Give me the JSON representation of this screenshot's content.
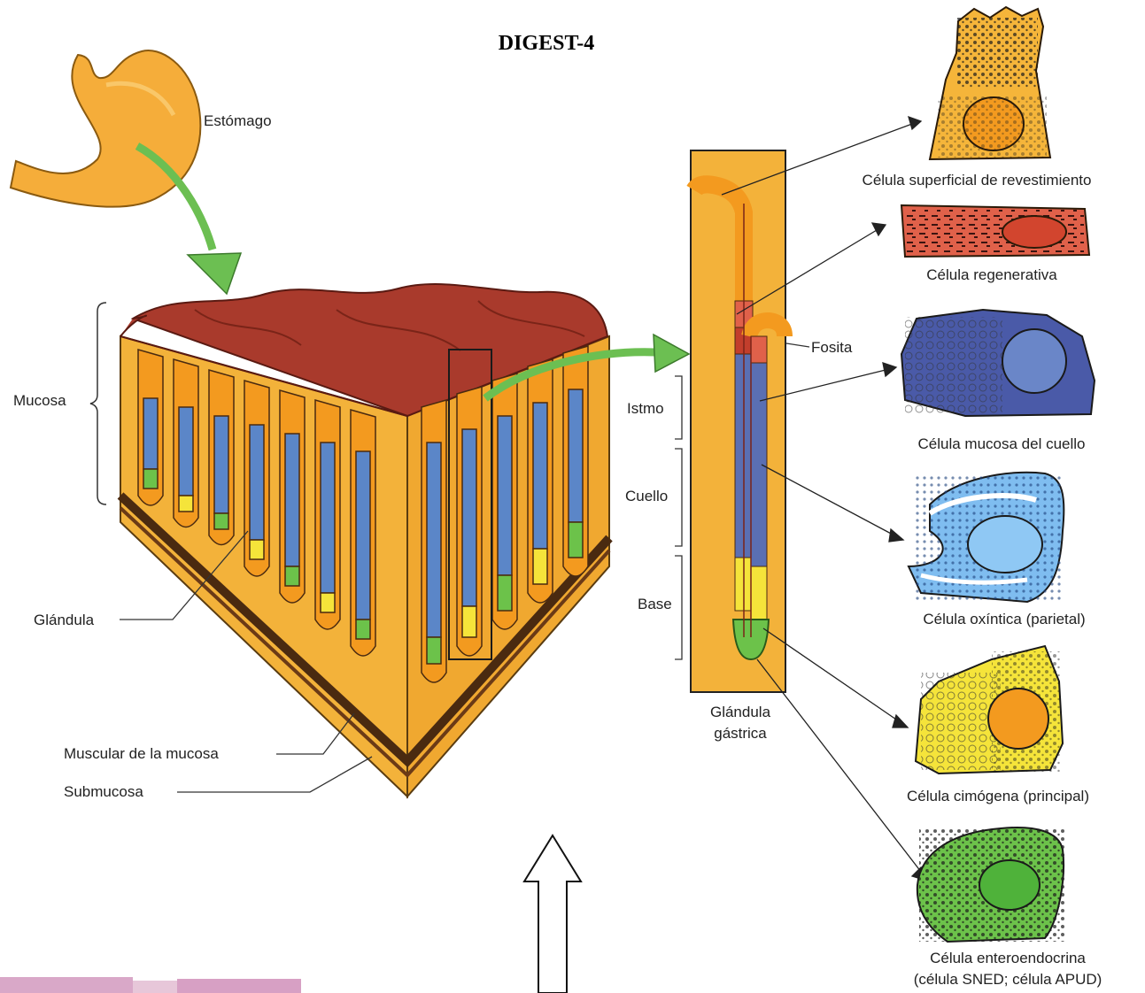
{
  "title": "DIGEST-4",
  "labels": {
    "stomach": "Estómago",
    "mucosa": "Mucosa",
    "gland": "Glándula",
    "muscularis_mucosae": "Muscular de la mucosa",
    "submucosa": "Submucosa",
    "pit": "Fosita",
    "isthmus": "Istmo",
    "neck": "Cuello",
    "base": "Base",
    "gastric_gland_line1": "Glándula",
    "gastric_gland_line2": "gástrica"
  },
  "cells": {
    "surface": "Célula superficial de revestimiento",
    "regenerative": "Célula regenerativa",
    "mucous_neck": "Célula mucosa del cuello",
    "oxyntic": "Célula oxíntica (parietal)",
    "zymogenic": "Célula cimógena (principal)",
    "entero_line1": "Célula enteroendocrina",
    "entero_line2": "(célula SNED; célula APUD)"
  },
  "colors": {
    "tissue": "#f3b23a",
    "surface_red": "#b8392a",
    "surface_cell": "#f39a1f",
    "regenerative": "#e0614a",
    "mucous_neck": "#5a6fb3",
    "oxyntic": "#7fbdf0",
    "zymogenic": "#f5e43a",
    "enteroendocrine": "#6cc24a",
    "arrow_green": "#6cbf52"
  }
}
